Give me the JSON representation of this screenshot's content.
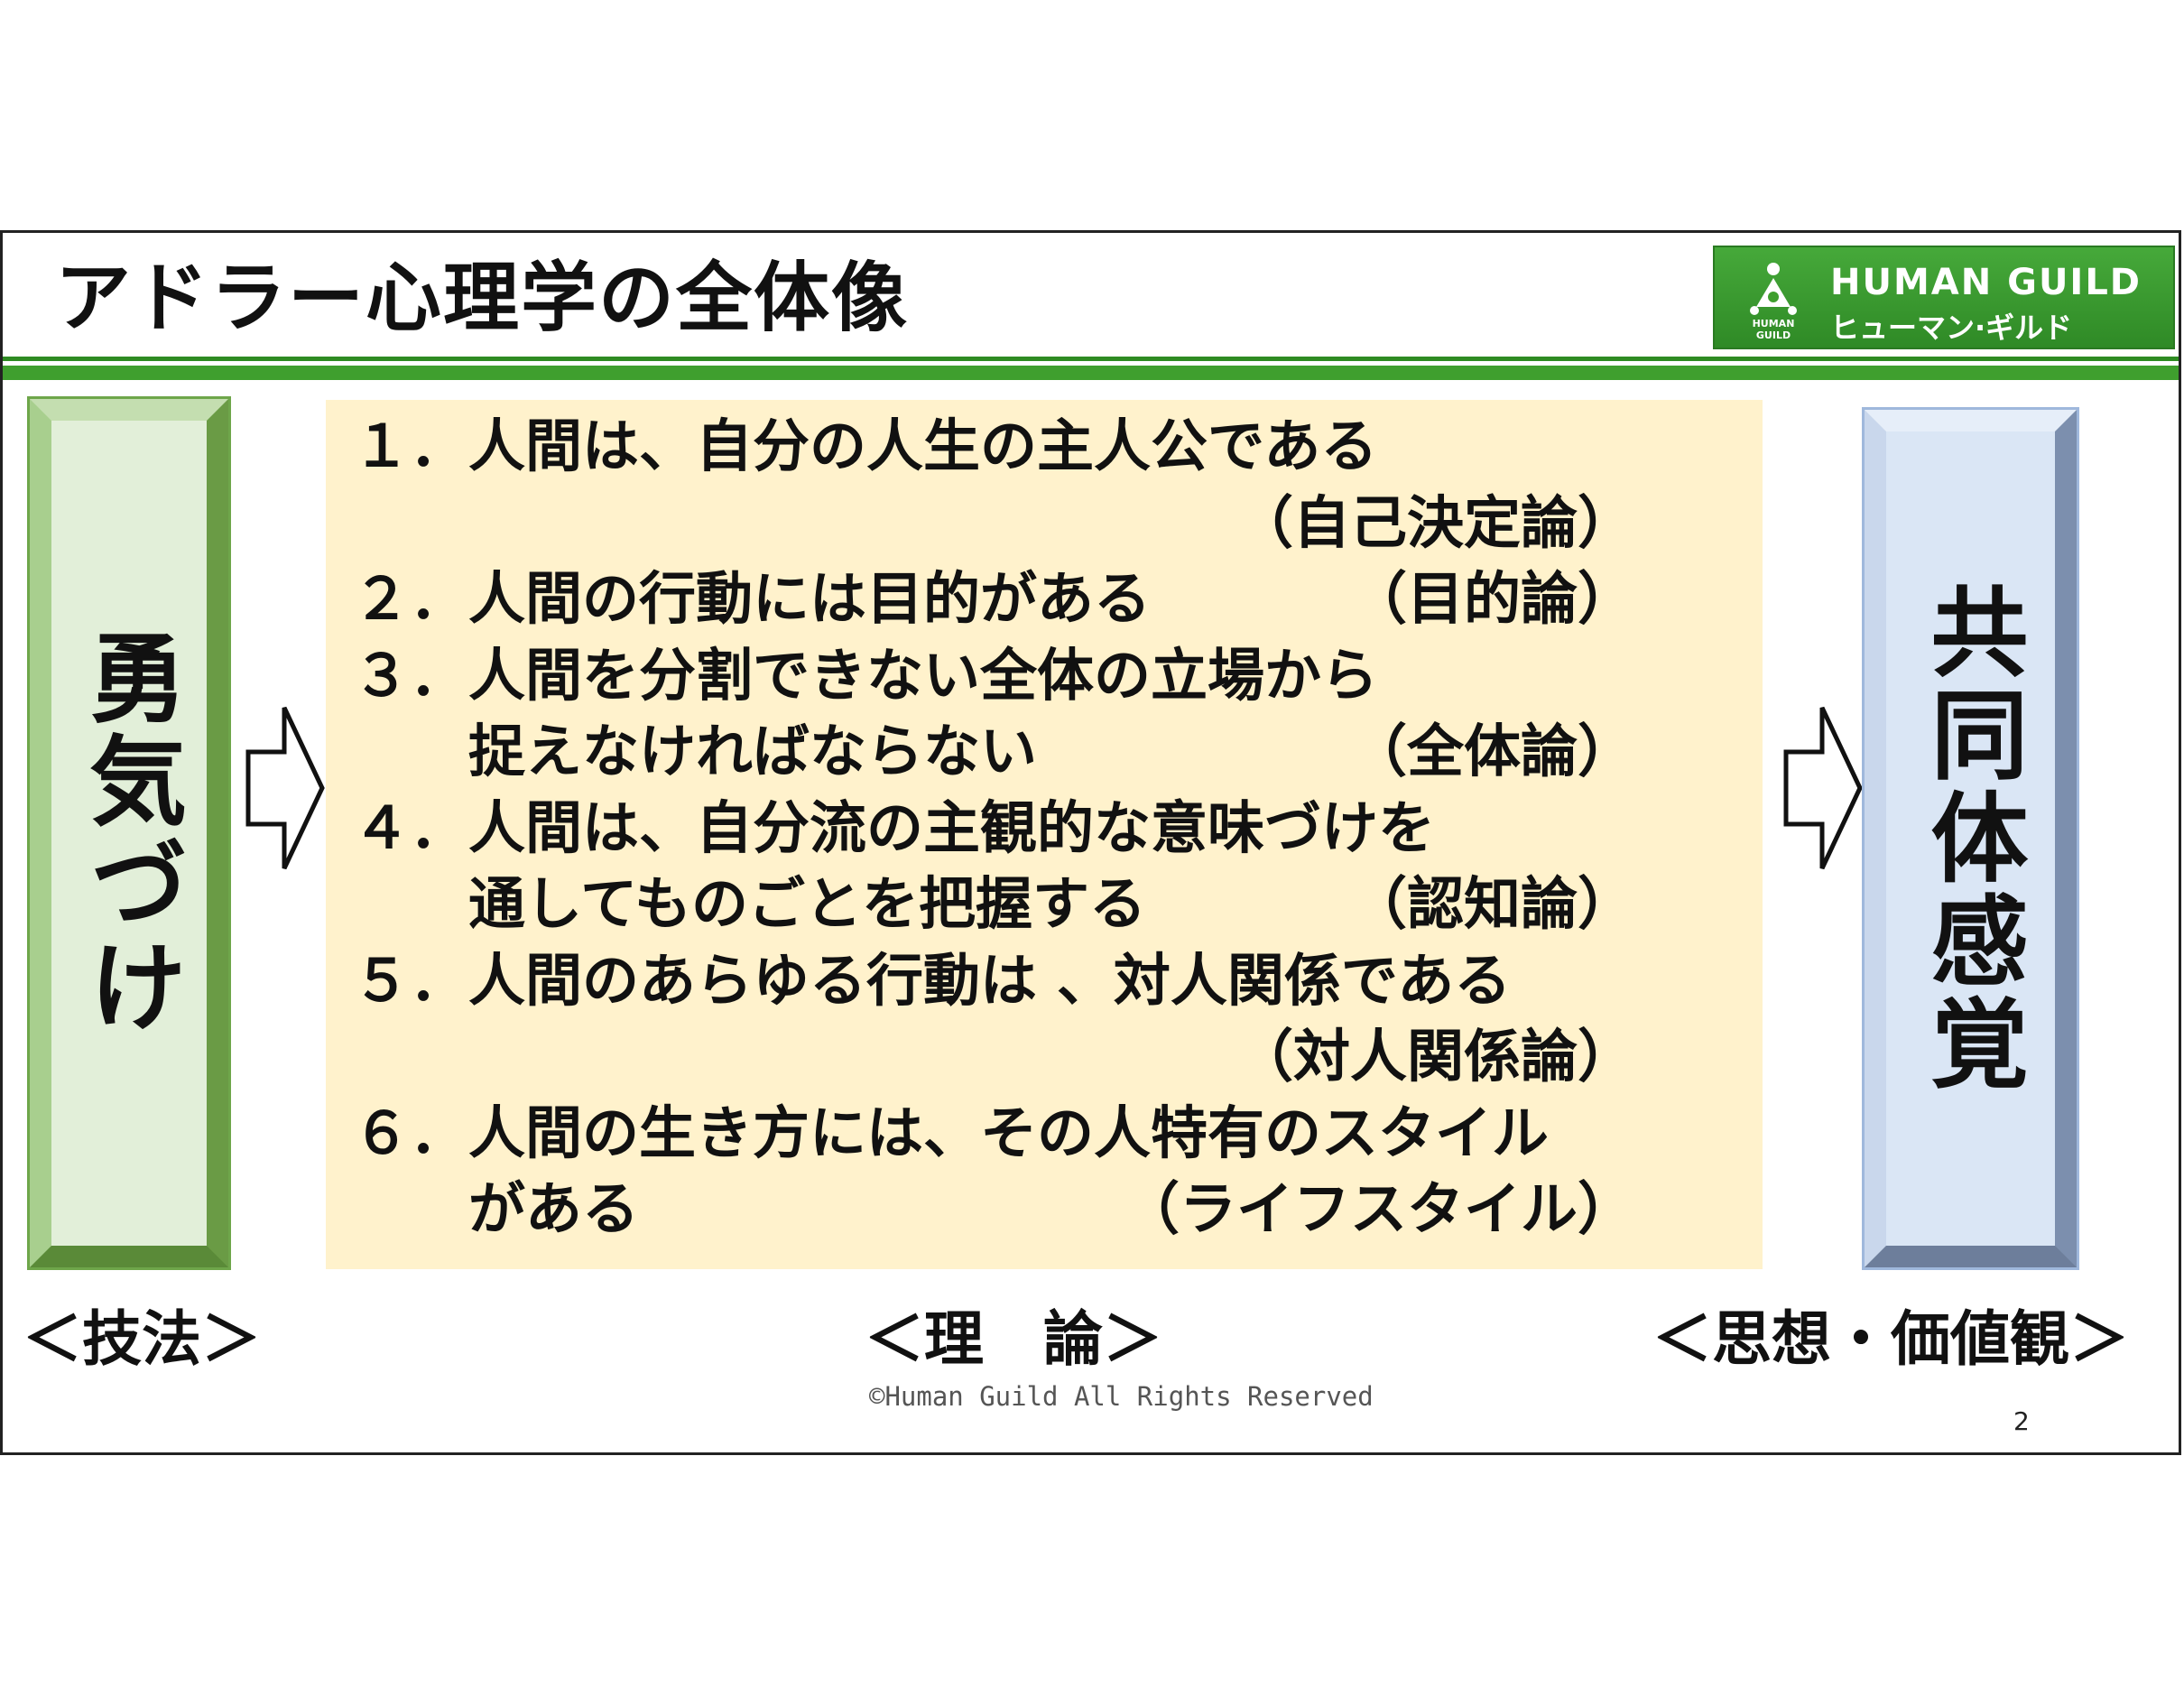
{
  "slide": {
    "title": "アドラー心理学の全体像",
    "logo": {
      "name_en": "HUMAN GUILD",
      "name_ja": "ヒューマン·ギルド",
      "mark_top": "HUMAN",
      "mark_bottom": "GUILD"
    },
    "left_panel": {
      "text": "勇気づけ",
      "caption": "＜技法＞"
    },
    "center_panel": {
      "caption": "＜理　論＞",
      "lines": [
        {
          "num": "１．",
          "text": "人間は、自分の人生の主人公である",
          "tag": ""
        },
        {
          "num": "",
          "text": "",
          "tag": "（自己決定論）"
        },
        {
          "num": "２．",
          "text": "人間の行動には目的がある",
          "tag": "（目的論）"
        },
        {
          "num": "３．",
          "text": "人間を分割できない全体の立場から",
          "tag": ""
        },
        {
          "num": "",
          "text": "捉えなければならない",
          "tag": "（全体論）"
        },
        {
          "num": "４．",
          "text": "人間は、自分流の主観的な意味づけを",
          "tag": ""
        },
        {
          "num": "",
          "text": "通してものごとを把握する",
          "tag": "（認知論）"
        },
        {
          "num": "５．",
          "text": "人間のあらゆる行動は 、対人関係である",
          "tag": ""
        },
        {
          "num": "",
          "text": "",
          "tag": "（対人関係論）"
        },
        {
          "num": "６．",
          "text": "人間の生き方には、その人特有のスタイル",
          "tag": ""
        },
        {
          "num": "",
          "text": "がある",
          "tag": "（ライフスタイル）"
        }
      ]
    },
    "right_panel": {
      "text": "共同体感覚",
      "caption": "＜思想・価値観＞"
    },
    "copyright": "©Human Guild All Rights Reserved",
    "page_number": "2",
    "colors": {
      "green_rule": "#3f9f2e",
      "logo_green": "#46a93a",
      "left_box_fill": "#e2efd9",
      "theory_fill": "#fff2cc",
      "right_box_fill": "#dae6f5"
    }
  }
}
